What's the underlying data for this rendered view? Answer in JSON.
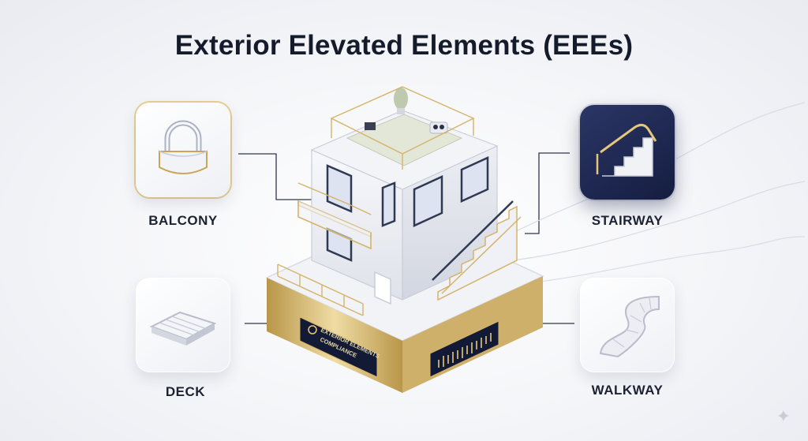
{
  "title": "Exterior Elevated Elements (EEEs)",
  "elements": {
    "balcony": {
      "label": "BALCONY",
      "icon": "balcony-icon"
    },
    "deck": {
      "label": "DECK",
      "icon": "deck-icon"
    },
    "stairway": {
      "label": "STAIRWAY",
      "icon": "stairway-icon"
    },
    "walkway": {
      "label": "WALKWAY",
      "icon": "walkway-icon"
    }
  },
  "badge": {
    "line1": "EXTERIOR ELEMENTS",
    "line2": "COMPLIANCE"
  },
  "colors": {
    "gold": "#d4b46a",
    "navy": "#1b244c",
    "ink": "#161b2b"
  }
}
